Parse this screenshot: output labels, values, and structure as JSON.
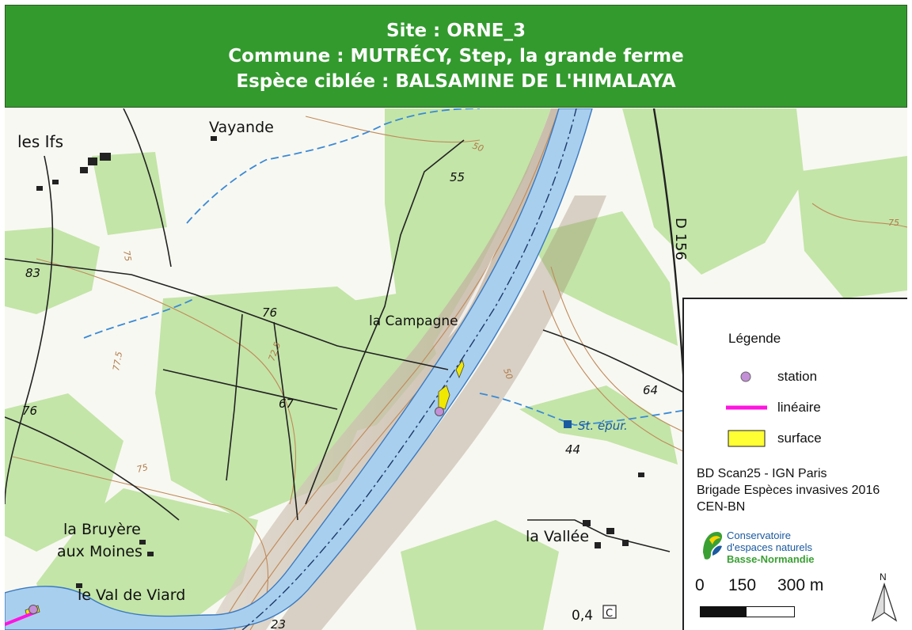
{
  "header": {
    "line1": "Site : ORNE_3",
    "line2": "Commune : MUTRÉCY, Step, la grande ferme",
    "line3": "Espèce ciblée : BALSAMINE DE L'HIMALAYA",
    "bg_color": "#339a2e"
  },
  "map": {
    "place_names": {
      "les_ifs": "les Ifs",
      "vayande": "Vayande",
      "la_campagne": "la Campagne",
      "la_bruyere_1": "la Bruyère",
      "la_bruyere_2": "aux Moines",
      "le_val_de_viard": "le Val de Viard",
      "la_vallee": "la Vallée",
      "st_epur": "St. épur."
    },
    "elevations": {
      "e55": "55",
      "e83": "83",
      "e76a": "76",
      "e76b": "76",
      "e67": "67",
      "e64": "64",
      "e44": "44",
      "e23": "23"
    },
    "contours": {
      "c50a": "50",
      "c75a": "75",
      "c725": "72.5",
      "c775": "77.5",
      "c75b": "75",
      "c50b": "50",
      "c75c": "75"
    },
    "road": "D 156",
    "map_code_value": "0,4",
    "map_code_letter": "C",
    "colors": {
      "forest": "#c3e5a8",
      "river": "#a9cfee",
      "river_edge": "#3a7ac0",
      "contour": "#c08a5a",
      "road": "#222222",
      "relief": "#8f6f55"
    }
  },
  "legend": {
    "title": "Légende",
    "items": [
      {
        "label": "station",
        "color": "#c38fd6"
      },
      {
        "label": "linéaire",
        "color": "#ff14e0"
      },
      {
        "label": "surface",
        "color": "#ffff33"
      }
    ]
  },
  "credits": {
    "line1": "BD Scan25 - IGN Paris",
    "line2": "Brigade Espèces invasives 2016",
    "line3": "CEN-BN"
  },
  "org_logo": {
    "line1": "Conservatoire",
    "line2": "d'espaces naturels",
    "line3": "Basse-Normandie"
  },
  "scale_bar": {
    "label_0": "0",
    "label_150": "150",
    "label_300": "300 m"
  },
  "north_arrow": {
    "letter": "N"
  },
  "observations": {
    "station_color": "#c38fd6",
    "surface_color": "#f0e800"
  }
}
